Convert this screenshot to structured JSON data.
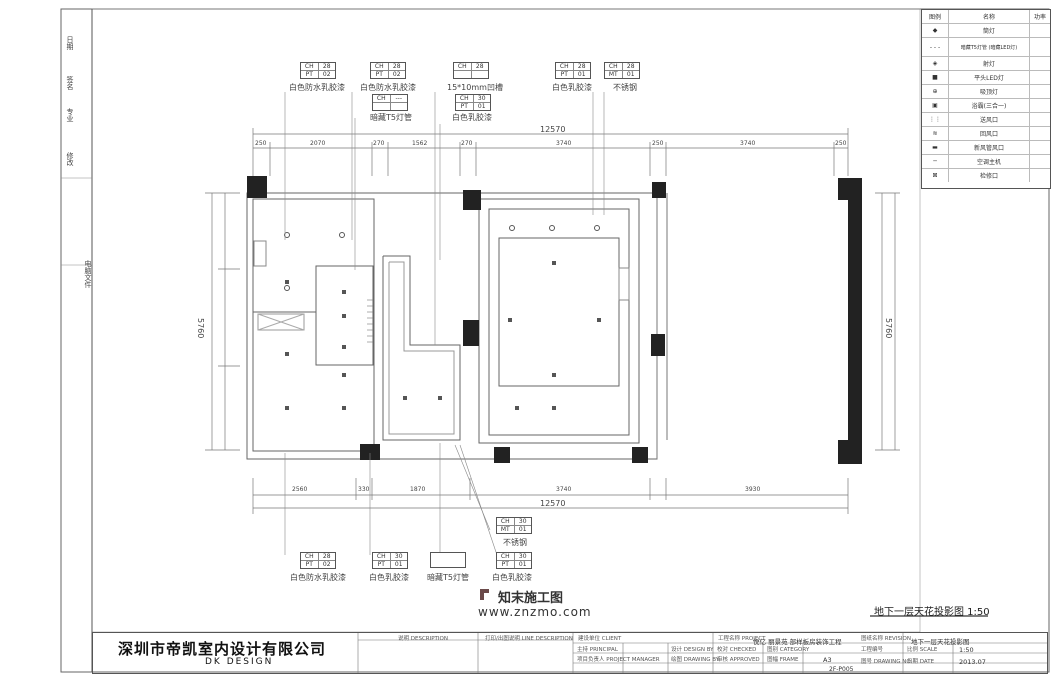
{
  "drawing": {
    "title": "地下一层天花投影图 1:50",
    "company_cn": "深圳市帝凯室内设计有限公司",
    "company_en": "DK   DESIGN"
  },
  "watermark": {
    "text": "知末施工图",
    "url": "www.znzmo.com"
  },
  "side_strip": [
    "日期",
    "签名",
    "专业",
    "修改",
    "电脑文件"
  ],
  "legend": {
    "headers": [
      "图例",
      "名称",
      "功率"
    ],
    "rows": [
      {
        "name": "筒灯"
      },
      {
        "name": "暗藏T5灯管 (暗藏LED灯)"
      },
      {
        "name": "射灯"
      },
      {
        "name": "平头LED灯"
      },
      {
        "name": "吸顶灯"
      },
      {
        "name": "浴霸(三合一)"
      },
      {
        "name": "送风口"
      },
      {
        "name": "回风口"
      },
      {
        "name": "新风管风口"
      },
      {
        "name": "空调主机"
      },
      {
        "name": "检修口"
      }
    ]
  },
  "tags_top": [
    {
      "code1": "CH",
      "val1": "28",
      "code2": "PT",
      "val2": "02",
      "label": "白色防水乳胶漆"
    },
    {
      "code1": "CH",
      "val1": "28",
      "code2": "PT",
      "val2": "02",
      "label": "白色防水乳胶漆"
    },
    {
      "code1": "CH",
      "val1": "---",
      "code2": "",
      "val2": "",
      "label": "暗藏T5灯管"
    },
    {
      "code1": "CH",
      "val1": "28",
      "code2": "",
      "val2": "",
      "label": "15*10mm凹槽"
    },
    {
      "code1": "CH",
      "val1": "30",
      "code2": "PT",
      "val2": "01",
      "label": "白色乳胶漆"
    },
    {
      "code1": "CH",
      "val1": "28",
      "code2": "PT",
      "val2": "01",
      "label": "白色乳胶漆"
    },
    {
      "code1": "CH",
      "val1": "28",
      "code2": "MT",
      "val2": "01",
      "label": "不锈钢"
    }
  ],
  "tags_bottom": [
    {
      "code1": "CH",
      "val1": "30",
      "code2": "MT",
      "val2": "01",
      "label": "不锈钢"
    },
    {
      "code1": "CH",
      "val1": "28",
      "code2": "PT",
      "val2": "02",
      "label": "白色防水乳胶漆"
    },
    {
      "code1": "CH",
      "val1": "30",
      "code2": "PT",
      "val2": "01",
      "label": "白色乳胶漆"
    },
    {
      "code1": "",
      "val1": "",
      "code2": "",
      "val2": "",
      "label": "暗藏T5灯管"
    },
    {
      "code1": "CH",
      "val1": "30",
      "code2": "PT",
      "val2": "01",
      "label": "白色乳胶漆"
    }
  ],
  "dims": {
    "top_total": "12570",
    "top_parts": [
      "250",
      "2070",
      "270",
      "1562",
      "270",
      "3740",
      "250",
      "3740",
      "250"
    ],
    "bottom_total": "12570",
    "bottom_parts": [
      "2560",
      "330",
      "1870",
      "3740",
      "3930"
    ],
    "left_total": "5760",
    "right_total": "5760"
  },
  "titleblock": {
    "notes_header": "说明 DESCRIPTION",
    "version_header": "打印/出图说明 LINE DESCRIPTION",
    "client": "建设单位 CLIENT",
    "project_label": "工程名称 PROJECT",
    "project": "悦亿 丽景苑 部样板房装饰工程",
    "drawing_name_label": "图纸名称 REVISION",
    "drawing_name": "地下一层天花投影图",
    "owner": "主持 PRINCIPAL",
    "design": "设计 DESIGN BY",
    "pm": "项目负责人 PROJECT MANAGER",
    "drawn": "绘图 DRAWING BY",
    "checked": "校对 CHECKED",
    "category": "图别 CATEGORY",
    "approved": "审核 APPROVED",
    "frame_label": "图幅 FRAME",
    "frame": "A3",
    "project_no_label": "工程编号",
    "scale_label": "比例 SCALE",
    "scale": "1:50",
    "dwg_no_label": "图号 DRAWING NO.",
    "dwg_no": "2F-P005",
    "date_label": "日期 DATE",
    "date": "2013.07"
  }
}
